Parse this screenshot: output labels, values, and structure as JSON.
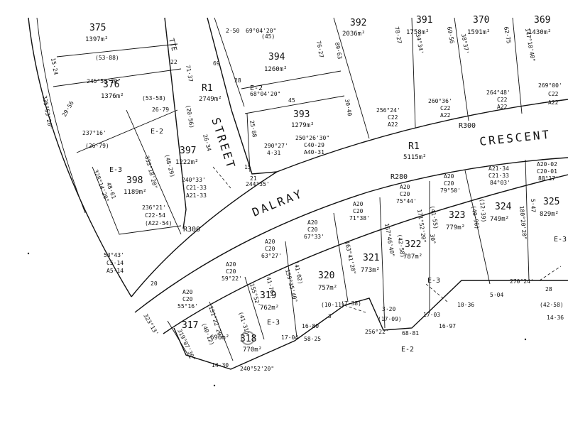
{
  "streets": {
    "dalray": "DALRAY",
    "crescent": "CRESCENT",
    "street": "STREET",
    "tte": "TTE"
  },
  "road_lots": [
    {
      "id": "R1",
      "area": "5115m²"
    },
    {
      "id": "R1",
      "area": "2749m²"
    }
  ],
  "lots": [
    {
      "num": "375",
      "area": "1397m²"
    },
    {
      "num": "376",
      "area": "1376m²"
    },
    {
      "num": "394",
      "area": "1260m²"
    },
    {
      "num": "393",
      "area": "1279m²"
    },
    {
      "num": "397",
      "area": "1222m²"
    },
    {
      "num": "398",
      "area": "1189m²"
    },
    {
      "num": "392",
      "area": "2036m²"
    },
    {
      "num": "391",
      "area": "1758m²"
    },
    {
      "num": "370",
      "area": "1591m²"
    },
    {
      "num": "369",
      "area": "1430m²"
    },
    {
      "num": "317",
      "area": "696m²"
    },
    {
      "num": "318",
      "area": "770m²"
    },
    {
      "num": "319",
      "area": "762m²"
    },
    {
      "num": "320",
      "area": "757m²"
    },
    {
      "num": "321",
      "area": "773m²"
    },
    {
      "num": "322",
      "area": "787m²"
    },
    {
      "num": "323",
      "area": "779m²"
    },
    {
      "num": "324",
      "area": "749m²"
    },
    {
      "num": "325",
      "area": "829m²"
    }
  ],
  "arc_labels": [
    {
      "a": "A20",
      "c": "C20",
      "ang": "55°16'"
    },
    {
      "a": "A20",
      "c": "C20",
      "ang": "59°22'"
    },
    {
      "a": "A20",
      "c": "C20",
      "ang": "63°27'"
    },
    {
      "a": "A20",
      "c": "C20",
      "ang": "67°33'"
    },
    {
      "a": "A20",
      "c": "C20",
      "ang": "71°38'"
    },
    {
      "a": "A20",
      "c": "C20",
      "ang": "75°44'"
    },
    {
      "a": "A20",
      "c": "C20",
      "ang": "79°50'"
    },
    {
      "a": "A21·34",
      "c": "C21·33",
      "ang": "84°03'"
    },
    {
      "a": "A20·02",
      "c": "C20·01",
      "ang": "88°17'"
    },
    {
      "a": "A22",
      "c": "C22",
      "ang": "256°24'"
    },
    {
      "a": "A22",
      "c": "C22",
      "ang": "260°36'"
    },
    {
      "a": "A22",
      "c": "C22",
      "ang": "264°48'"
    },
    {
      "a": "A22",
      "c": "C22",
      "ang": "269°00'"
    }
  ],
  "radii": [
    "R300",
    "R280",
    "R300"
  ],
  "easements": [
    "E-2",
    "E-2",
    "E-3",
    "E-3",
    "E-3",
    "E-2",
    "E-3"
  ],
  "dims": [
    "245°53'20\"",
    "(53·88)",
    "(53·58)",
    "237°16'",
    "(26·79)",
    "26·79",
    "68°04'20\"",
    "(45)",
    "45",
    "69°04'20\"",
    "2·50",
    "28",
    "69",
    "22",
    "71·37",
    "(20·56)",
    "(48·29)",
    "333°18'20\"",
    "335°53'20\"",
    "15·24",
    "29·56",
    "328°14'20\"",
    "48·61",
    "236°21'",
    "C22·54",
    "(A22·54)",
    "240°33'",
    "C21·33",
    "A21·33",
    "30·40",
    "89·63",
    "25·88",
    "26·34",
    "250°26'30\"",
    "C40·29",
    "A40·31",
    "290°27'",
    "4·31",
    "244°35'",
    "21",
    "15",
    "53°43'",
    "C5·14",
    "A5·14",
    "20",
    "323°13'",
    "319°07'30\"",
    "(40·12)",
    "(41·31)",
    "(41·76)",
    "(41·02)",
    "(10·11)",
    "(7·38)",
    "14·30",
    "240°52'20\"",
    "17·04",
    "16·80",
    "58·25",
    "3",
    "3·20",
    "(17·09)",
    "256°22'",
    "68·81",
    "16·97",
    "17·03",
    "10·36",
    "5·04",
    "270°24'",
    "(42·58)",
    "(41·55)",
    "(40·96)",
    "180°20'20\"",
    "5·47",
    "14·36",
    "28",
    "76·27",
    "78·27",
    "34°34'",
    "69·56",
    "38°37'",
    "62·75",
    "147°18'40\"",
    "151°22'20\"",
    "155°52'",
    "159°35'40\"",
    "163°41'20\"",
    "167°46'40\"",
    "171°52'20\"",
    "(12·39)",
    "(42·58)",
    "30°"
  ]
}
